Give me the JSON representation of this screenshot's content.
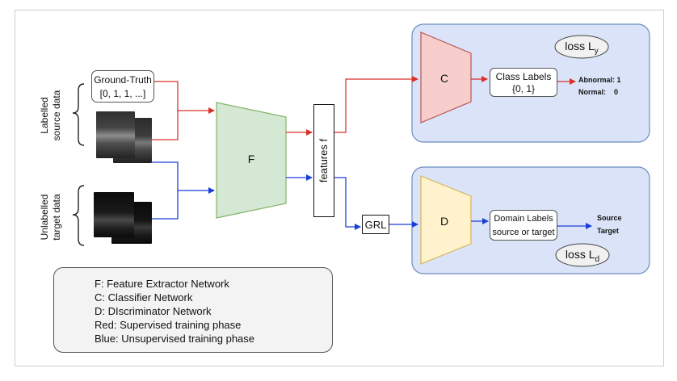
{
  "ground_truth": {
    "title": "Ground-Truth",
    "value": "[0, 1, 1, ...]"
  },
  "source_label": {
    "line1": "Labelled",
    "line2": "source data"
  },
  "target_label": {
    "line1": "Unlabelled",
    "line2": "target data"
  },
  "feature_extractor": "F",
  "features_label": "features f",
  "grl_label": "GRL",
  "classifier": {
    "label": "C",
    "loss_text": "loss L",
    "loss_sub": "y",
    "labels_title": "Class Labels",
    "labels_values": "{0, 1}",
    "output_1": "Abnormal: 1",
    "output_2": "Normal:    0"
  },
  "discriminator": {
    "label": "D",
    "loss_text": "loss L",
    "loss_sub": "d",
    "labels_title": "Domain Labels",
    "labels_values": "source or target",
    "output_1": "Source",
    "output_2": "Target"
  },
  "legend": {
    "items": [
      "F:  Feature Extractor Network",
      "C: Classifier Network",
      "D: DIscriminator Network",
      "Red: Supervised training phase",
      "Blue: Unsupervised training phase"
    ]
  },
  "colors": {
    "red": "#d9322b",
    "blue": "#1a3fd8",
    "panel_fill": "#dae3f8",
    "panel_stroke": "#6c8ebf",
    "f_fill": "#d5e8d4",
    "f_stroke": "#82b366",
    "c_fill": "#f8cecc",
    "c_stroke": "#b85450",
    "d_fill": "#fff2cc",
    "d_stroke": "#d6b656"
  }
}
